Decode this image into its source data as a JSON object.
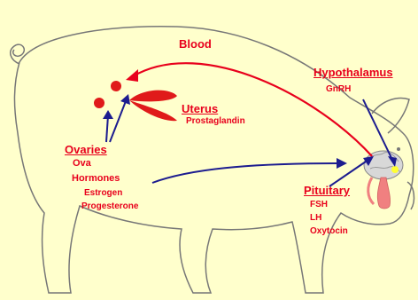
{
  "colors": {
    "background": "#ffffcc",
    "label_red": "#e8001c",
    "blood_arrow": "#e8001c",
    "hormone_arrow": "#1c1c8f",
    "organ_red": "#e01a1a",
    "pituitary_pink": "#f08080",
    "outline": "#777777"
  },
  "labels": {
    "blood": "Blood",
    "hypothalamus": "Hypothalamus",
    "gnrh": "GnRH",
    "uterus": "Uterus",
    "prostaglandin": "Prostaglandin",
    "ovaries": "Ovaries",
    "ova": "Ova",
    "hormones": "Hormones",
    "estrogen": "Estrogen",
    "progesterone": "Progesterone",
    "pituitary": "Pituitary",
    "fsh": "FSH",
    "lh": "LH",
    "oxytocin": "Oxytocin"
  }
}
